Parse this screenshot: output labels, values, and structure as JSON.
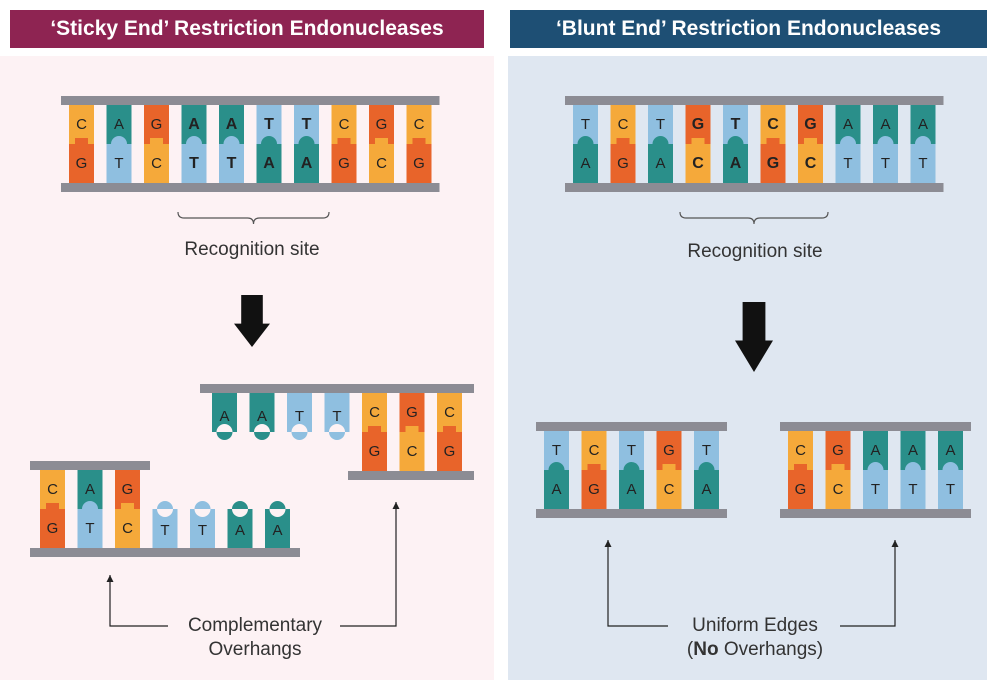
{
  "colors": {
    "A": "#2a8f8a",
    "T": "#8fbfe0",
    "G": "#e8642a",
    "C": "#f5a93a",
    "backbone": "#8c8c94",
    "sticky_header": "#8e2452",
    "sticky_bg": "#fdf2f4",
    "blunt_header": "#1e4f74",
    "blunt_bg": "#dfe7f1",
    "arrow": "#111111",
    "line": "#222222"
  },
  "sticky": {
    "title": "‘Sticky End’ Restriction Endonucleases",
    "top_strand": [
      "C",
      "A",
      "G",
      "A",
      "A",
      "T",
      "T",
      "C",
      "G",
      "C"
    ],
    "bottom_strand": [
      "G",
      "T",
      "C",
      "T",
      "T",
      "A",
      "A",
      "G",
      "C",
      "G"
    ],
    "bold_positions": [
      3,
      4,
      5,
      6
    ],
    "recognition_label": "Recognition site",
    "fragment_left": {
      "top": [
        "C",
        "A",
        "G"
      ],
      "bottom": [
        "G",
        "T",
        "C",
        "T",
        "T",
        "A",
        "A"
      ]
    },
    "fragment_right": {
      "top": [
        "A",
        "A",
        "T",
        "T",
        "C",
        "G",
        "C"
      ],
      "bottom": [
        "G",
        "C",
        "G"
      ]
    },
    "overhang_label_line1": "Complementary",
    "overhang_label_line2": "Overhangs"
  },
  "blunt": {
    "title": "‘Blunt End’ Restriction Endonucleases",
    "top_strand": [
      "T",
      "C",
      "T",
      "G",
      "T",
      "C",
      "G",
      "A",
      "A",
      "A"
    ],
    "bottom_strand": [
      "A",
      "G",
      "A",
      "C",
      "A",
      "G",
      "C",
      "T",
      "T",
      "T"
    ],
    "bold_positions": [
      3,
      4,
      5,
      6
    ],
    "recognition_label": "Recognition site",
    "fragment_left": {
      "top": [
        "T",
        "C",
        "T",
        "G",
        "T"
      ],
      "bottom": [
        "A",
        "G",
        "A",
        "C",
        "A"
      ]
    },
    "fragment_right": {
      "top": [
        "C",
        "G",
        "A",
        "A",
        "A"
      ],
      "bottom": [
        "G",
        "C",
        "T",
        "T",
        "T"
      ]
    },
    "edges_label_line1": "Uniform Edges",
    "edges_label_prefix": "(",
    "edges_label_bold": "No",
    "edges_label_suffix": " Overhangs)"
  }
}
